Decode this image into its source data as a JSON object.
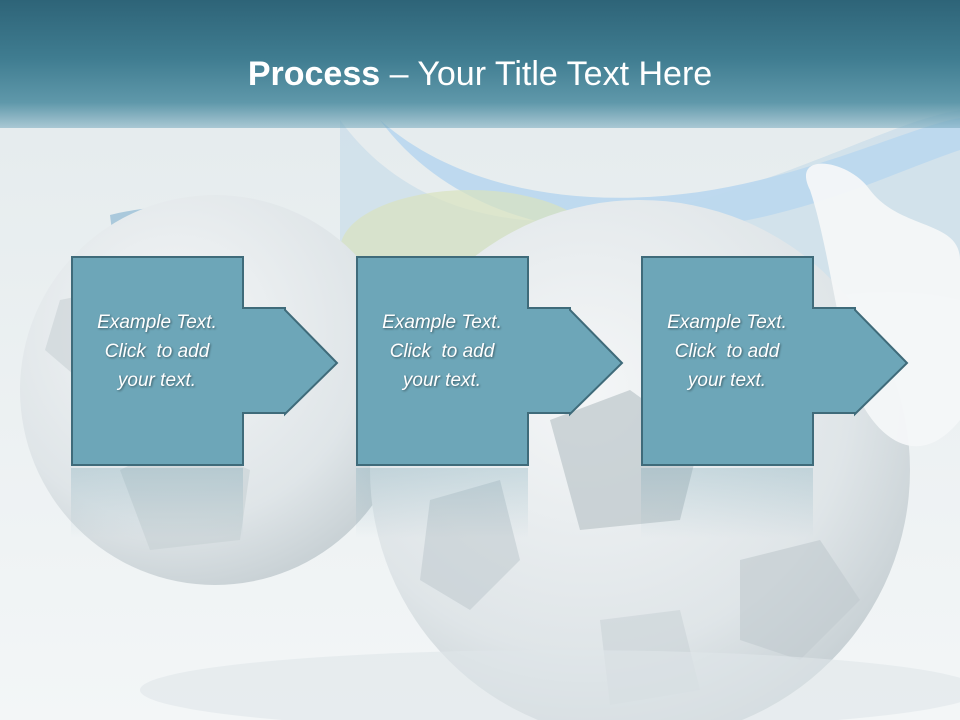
{
  "slide": {
    "title_bold": "Process",
    "title_rest": " – Your Title Text Here"
  },
  "steps": [
    {
      "line1": "Example Text.",
      "line2": "Click  to add",
      "line3": "your text."
    },
    {
      "line1": "Example Text.",
      "line2": "Click  to add",
      "line3": "your text."
    },
    {
      "line1": "Example Text.",
      "line2": "Click  to add",
      "line3": "your text."
    }
  ],
  "colors": {
    "title_bar": "#3f7c90",
    "step_fill": "#6da6b8",
    "step_border": "#3f6b7a",
    "text": "#ffffff"
  }
}
